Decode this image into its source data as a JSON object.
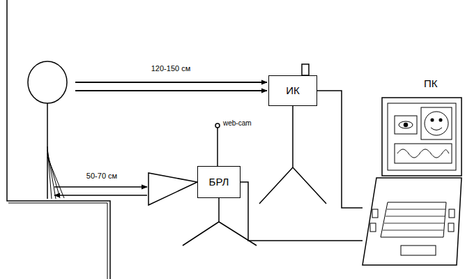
{
  "diagram": {
    "nodes": [
      {
        "text": [
          "ИК"
        ]
      },
      {
        "text": [
          "БРЛ"
        ]
      },
      {
        "text": [
          "ПК"
        ]
      }
    ],
    "edges": [
      {
        "from": 0,
        "to": 2,
        "arrow": "none"
      },
      {
        "from": 1,
        "to": 2,
        "arrow": "none"
      }
    ],
    "labels": [
      "120-150 см",
      "50-70 см",
      "web-cam"
    ]
  }
}
